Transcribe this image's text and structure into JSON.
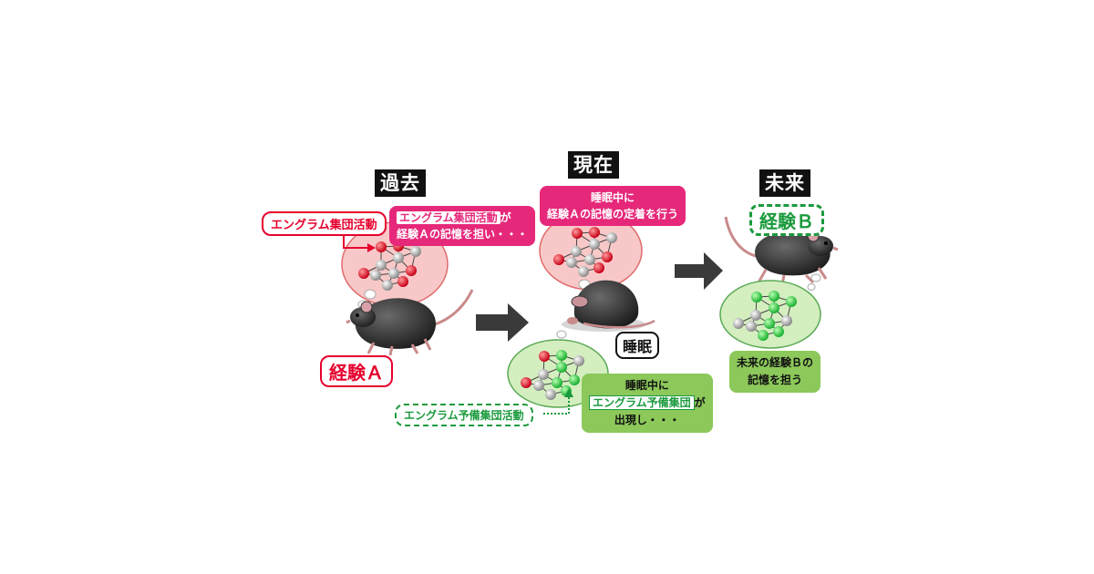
{
  "titles": {
    "past": "過去",
    "present": "現在",
    "future": "未来"
  },
  "past": {
    "engram_activity_label": "エングラム集団活動",
    "box_line1_highlight": "エングラム集団活動",
    "box_line1_suffix": "が",
    "box_line2": "経験Ａの記憶を担い・・・",
    "experience_label": "経験Ａ"
  },
  "present": {
    "box_line1": "睡眠中に",
    "box_line2": "経験Ａの記憶の定着を行う",
    "sleep_label": "睡眠",
    "green_line1": "睡眠中に",
    "green_highlight": "エングラム予備集団",
    "green_suffix": "が",
    "green_line3": "出現し・・・",
    "reserve_activity_label": "エングラム予備集団活動"
  },
  "future": {
    "experience_label": "経験Ｂ",
    "box_line1": "未来の経験Ｂの",
    "box_line2": "記憶を担う"
  },
  "colors": {
    "engram_red": "#e6002d",
    "reserve_green": "#1a9a3c",
    "pink_box": "#e6287a",
    "green_box": "#8cc85a",
    "bubble_pink": "#f8c8c8",
    "bubble_green": "#d4eec0"
  },
  "icons": [
    "mouse-walking-icon",
    "mouse-sleeping-icon",
    "arrow-right-icon",
    "neural-network-icon"
  ]
}
